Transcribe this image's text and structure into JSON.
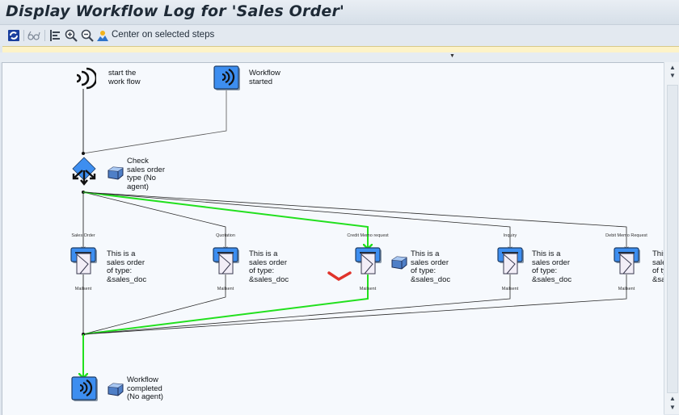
{
  "window": {
    "title": "Display Workflow Log for 'Sales Order'"
  },
  "toolbar": {
    "buttons": [
      {
        "name": "refresh-button",
        "icon": "refresh-icon"
      },
      {
        "name": "display-objects-button",
        "icon": "glasses-icon"
      },
      {
        "name": "layout-button",
        "icon": "layout-icon"
      },
      {
        "name": "zoom-in-button",
        "icon": "zoom-in-icon"
      },
      {
        "name": "zoom-out-button",
        "icon": "zoom-out-icon"
      },
      {
        "name": "center-button",
        "icon": "center-person-icon"
      }
    ],
    "center_label": "Center on selected steps"
  },
  "graph": {
    "nodes": {
      "start_event": {
        "label": "start the work flow",
        "lines": [
          "start the",
          "work flow"
        ],
        "icon": "event-icon"
      },
      "workflow_started": {
        "label": "Workflow started",
        "lines": [
          "Workflow",
          "started"
        ],
        "icon": "event-box-icon"
      },
      "check_type": {
        "label": "Check sales order type (No agent)",
        "lines": [
          "Check",
          "sales order",
          "type (No",
          "agent)"
        ],
        "icon": "fork-icon",
        "agent_icon": "object-box-icon"
      },
      "branches": [
        {
          "condition": "Sales Order",
          "lines": [
            "This is a",
            "sales order",
            "of type:",
            "&sales_doc"
          ],
          "outcome": "Mailsent",
          "executed": false
        },
        {
          "condition": "Quotation",
          "lines": [
            "This is a",
            "sales order",
            "of type:",
            "&sales_doc"
          ],
          "outcome": "Mailsent",
          "executed": false
        },
        {
          "condition": "Credit Memo request",
          "lines": [
            "This is a",
            "sales order",
            "of type:",
            "&sales_doc"
          ],
          "outcome": "Mailsent",
          "executed": true,
          "annotated": "red-checkmark"
        },
        {
          "condition": "Inquiry",
          "lines": [
            "This is a",
            "sales order",
            "of type:",
            "&sales_doc"
          ],
          "outcome": "Mailsent",
          "executed": false
        },
        {
          "condition": "Debit Memo Request",
          "lines": [
            "This is a",
            "sales order",
            "of type:",
            "&sales_doc"
          ],
          "outcome": "Mailsent",
          "executed": false
        }
      ],
      "completed": {
        "label": "Workflow completed (No agent)",
        "lines": [
          "Workflow",
          "completed",
          "(No agent)"
        ],
        "icon": "event-box-icon"
      }
    },
    "colors": {
      "executed_path": "#22e01e",
      "normal_edge": "#2a2a2a",
      "icon_blue": "#3d8ef0",
      "annotation": "#e0332b"
    }
  }
}
